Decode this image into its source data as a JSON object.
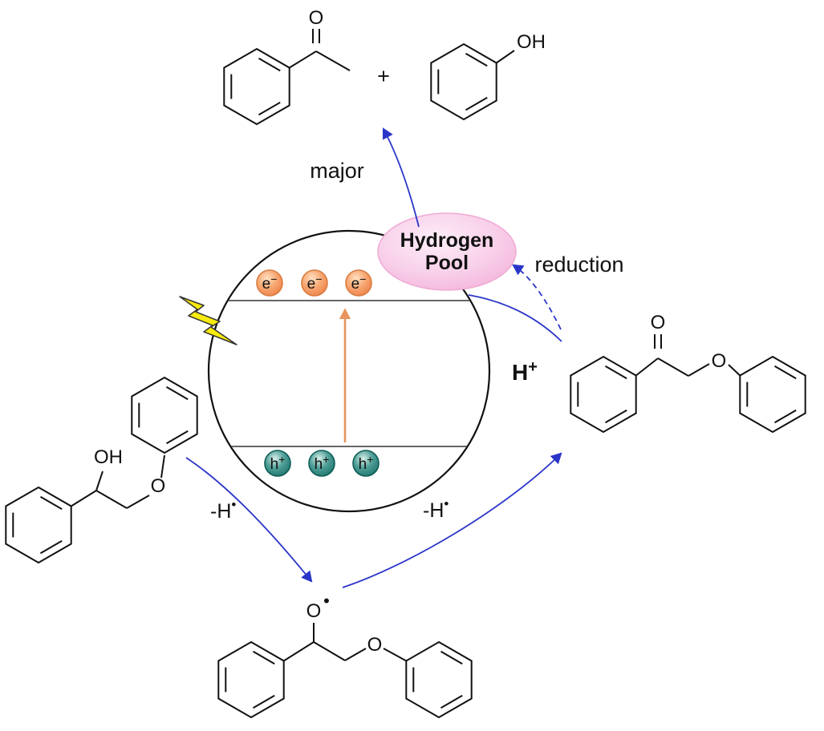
{
  "palette": {
    "bond": "#111111",
    "arrow_blue": "#2a35c8",
    "excitation_orange": "#e8945c",
    "electron_stroke": "#d97b40",
    "hole_stroke": "#0f5c57",
    "pool_stroke": "#efaad4",
    "pool_text": "#55203f",
    "minus_h_teal": "#0d8b80",
    "proton_cyan": "#3fa9e0",
    "lightning_yellow": "#f6ea0f"
  },
  "products": {
    "major": "major",
    "plus": "+",
    "acetophenone_carbonyl_o": "O",
    "phenol_hydroxyl": "OH"
  },
  "pool": {
    "line1": "Hydrogen",
    "line2": "Pool"
  },
  "annotations": {
    "reduction": "reduction",
    "proton": "H",
    "proton_charge": "+",
    "minus_h": "-H",
    "dot": "•"
  },
  "catalyst": {
    "electron": "e",
    "electron_charge": "−",
    "hole": "h",
    "hole_charge": "+"
  },
  "molecules": {
    "ketone": {
      "carbonyl_o": "O",
      "ether_o": "O"
    },
    "alcohol": {
      "hydroxyl": "OH",
      "ether_o": "O"
    },
    "radical": {
      "oxygen": "O",
      "dot": "•",
      "ether_o": "O"
    }
  }
}
